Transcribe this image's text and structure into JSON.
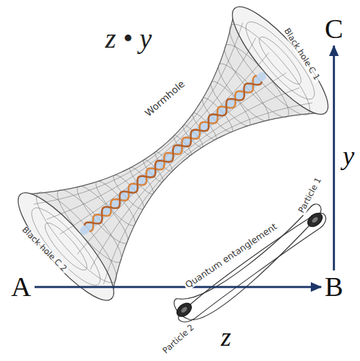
{
  "diagram": {
    "nodes": [
      {
        "text": [
          "A"
        ]
      },
      {
        "text": [
          "B"
        ]
      },
      {
        "text": [
          "C"
        ]
      }
    ],
    "edges": [
      {
        "from": 0,
        "to": 1,
        "arrow": "to",
        "label": "z"
      },
      {
        "from": 1,
        "to": 2,
        "arrow": "to",
        "label": "y"
      }
    ],
    "labels": [
      "z • y",
      "Wormhole",
      "Black hole C 1",
      "Black hole C 2",
      "Quantum entanglement",
      "Particle 1",
      "Particle 2"
    ]
  }
}
